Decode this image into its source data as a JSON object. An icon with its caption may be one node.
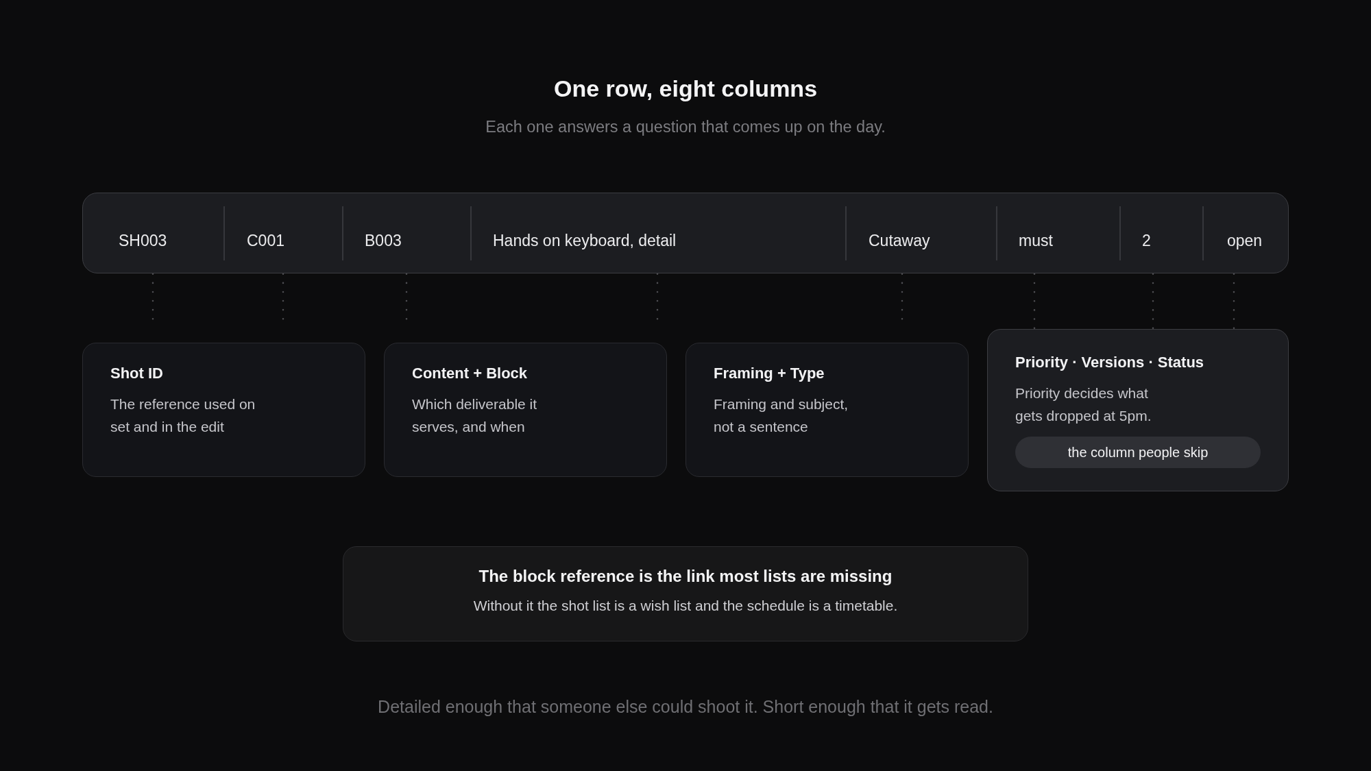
{
  "diagram": {
    "title": "One row, eight columns",
    "caption": "Detailed enough that someone else could shoot it. Short enough that it gets read.",
    "nodes": [
      {
        "text": [],
        "shape": "box"
      },
      {
        "text": [
          "SH003"
        ],
        "in": 0
      },
      {
        "text": [
          "C001"
        ],
        "in": 0
      },
      {
        "text": [
          "B003"
        ],
        "in": 0
      },
      {
        "text": [
          "Hands on keyboard, detail"
        ],
        "in": 0
      },
      {
        "text": [
          "Cutaway"
        ],
        "in": 0
      },
      {
        "text": [
          "must"
        ],
        "in": 0
      },
      {
        "text": [
          "2"
        ],
        "in": 0
      },
      {
        "text": [
          "open"
        ],
        "in": 0
      },
      {
        "text": [
          "Shot ID",
          "The reference used on set and in the edit"
        ]
      },
      {
        "text": [
          "Content + Block",
          "Which deliverable it serves, and when"
        ]
      },
      {
        "text": [
          "Framing + Type",
          "Framing and subject, not a sentence"
        ]
      },
      {
        "text": [
          "Priority · Versions · Status",
          "Priority decides what gets dropped at 5pm."
        ]
      },
      {
        "text": [
          "the column people skip"
        ],
        "in": 12
      },
      {
        "text": [
          "The block reference is the link most lists are missing",
          "Without it the shot list is a wish list and the schedule is a timetable."
        ]
      }
    ],
    "edges": [
      {
        "from": 1,
        "to": null,
        "arrow": "none",
        "style": "dashed"
      },
      {
        "from": 2,
        "to": null,
        "arrow": "none",
        "style": "dashed"
      },
      {
        "from": 3,
        "to": null,
        "arrow": "none",
        "style": "dashed"
      },
      {
        "from": 4,
        "to": null,
        "arrow": "none",
        "style": "dashed"
      },
      {
        "from": 5,
        "to": null,
        "arrow": "none",
        "style": "dashed"
      },
      {
        "from": 6,
        "to": 12,
        "arrow": "none",
        "style": "dashed"
      },
      {
        "from": 7,
        "to": 12,
        "arrow": "none",
        "style": "dashed"
      },
      {
        "from": 8,
        "to": 12,
        "arrow": "none",
        "style": "dashed"
      }
    ],
    "labels": [
      "Each one answers a question that comes up on the day."
    ]
  }
}
